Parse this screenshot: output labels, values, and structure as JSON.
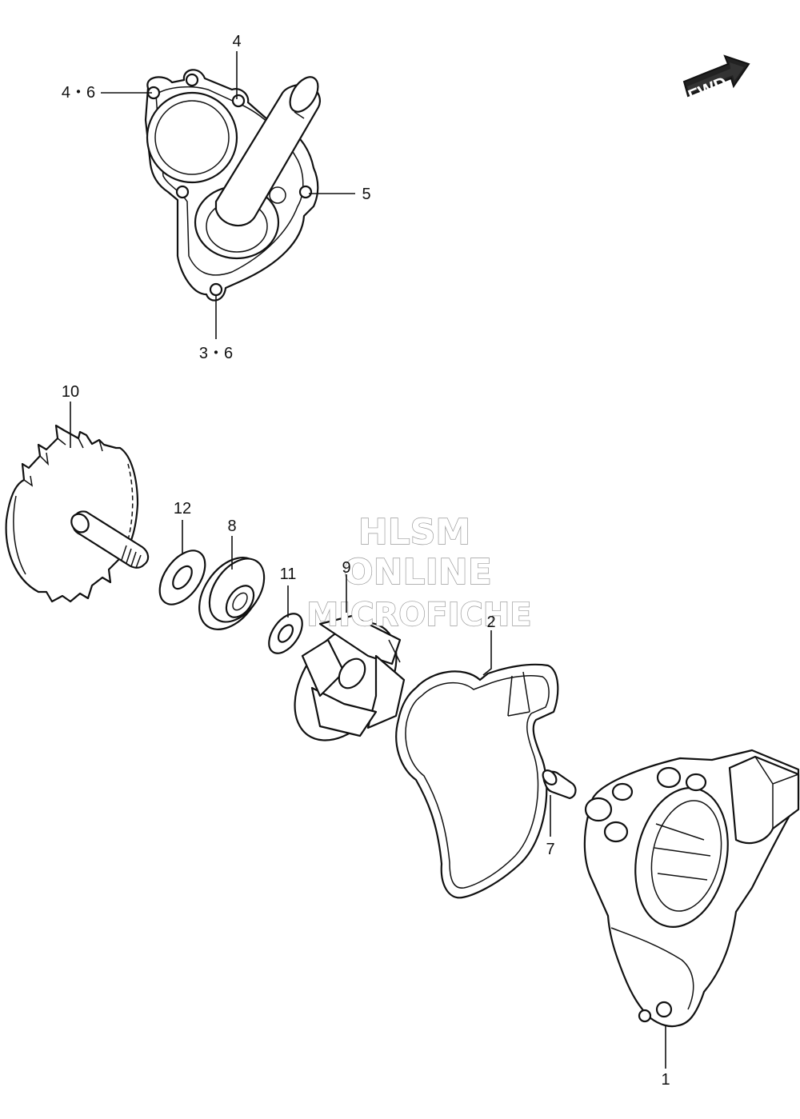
{
  "fwd_label": "FWD",
  "callouts": [
    {
      "id": "c-4",
      "text": "4"
    },
    {
      "id": "c-4-6",
      "text": "4・6"
    },
    {
      "id": "c-5",
      "text": "5"
    },
    {
      "id": "c-3-6",
      "text": "3・6"
    },
    {
      "id": "c-10",
      "text": "10"
    },
    {
      "id": "c-12",
      "text": "12"
    },
    {
      "id": "c-8",
      "text": "8"
    },
    {
      "id": "c-11",
      "text": "11"
    },
    {
      "id": "c-9",
      "text": "9"
    },
    {
      "id": "c-2",
      "text": "2"
    },
    {
      "id": "c-7",
      "text": "7"
    },
    {
      "id": "c-1",
      "text": "1"
    }
  ],
  "watermark": {
    "line1": "HLSM",
    "line2": "ONLINE",
    "line3": "MICROFICHE"
  }
}
